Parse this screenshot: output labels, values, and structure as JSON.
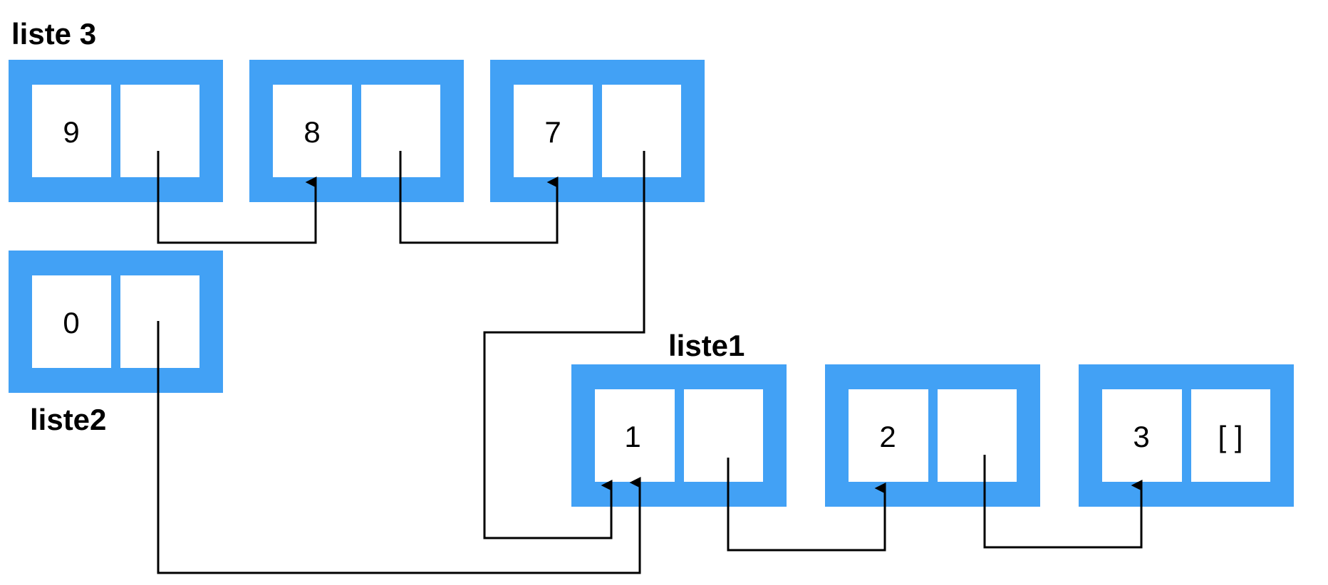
{
  "labels": {
    "liste3": "liste 3",
    "liste2": "liste2",
    "liste1": "liste1"
  },
  "values": {
    "n9": "9",
    "n8": "8",
    "n7": "7",
    "n0": "0",
    "n1": "1",
    "n2": "2",
    "n3": "3",
    "empty": "[ ]"
  },
  "colors": {
    "cell_frame": "#42A1F5",
    "cell_inner": "#FFFFFF",
    "pointer": "#000000"
  }
}
